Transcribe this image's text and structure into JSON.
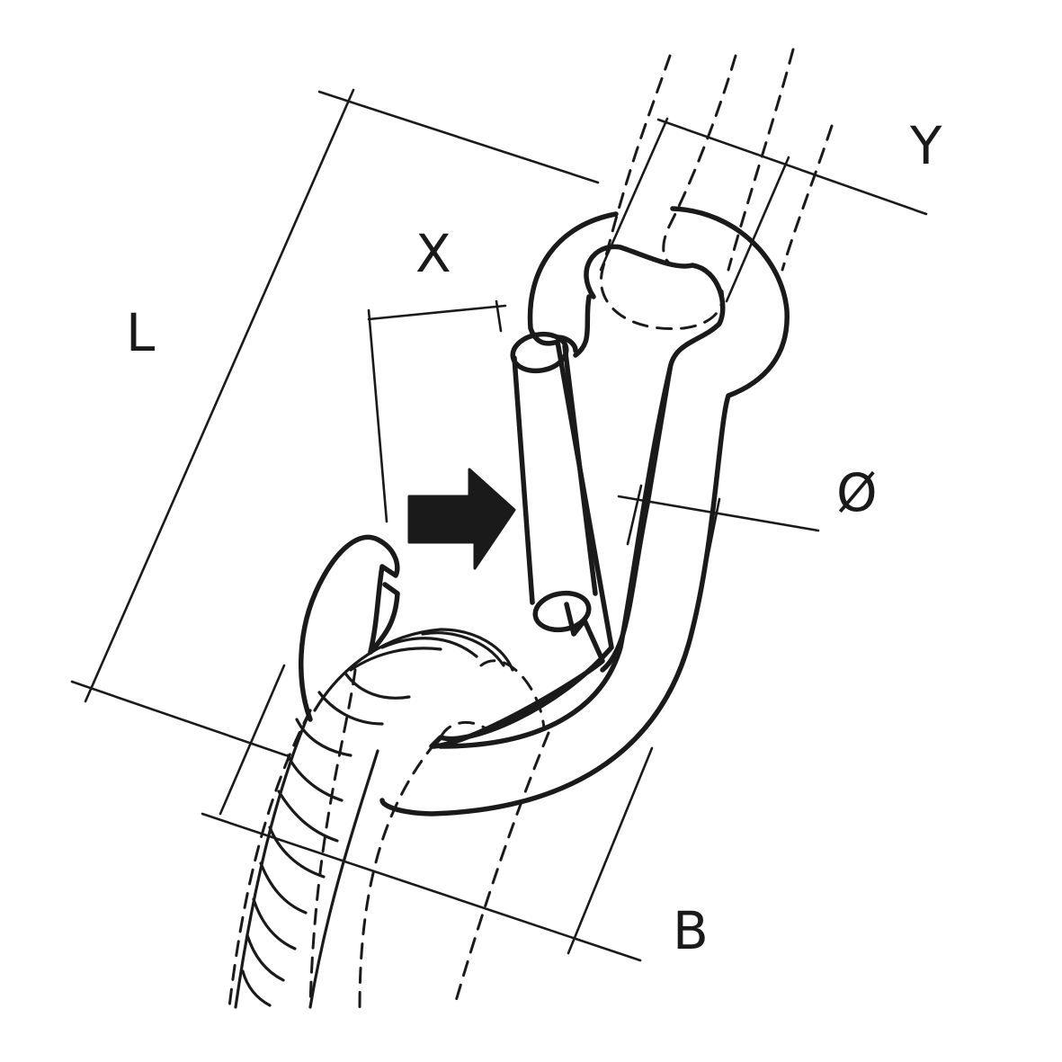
{
  "labels": {
    "length": "L",
    "gate_opening": "X",
    "eye_width": "Y",
    "diameter": "Ø",
    "width": "B"
  },
  "colors": {
    "ink": "#1a1a1a",
    "background": "#ffffff"
  }
}
